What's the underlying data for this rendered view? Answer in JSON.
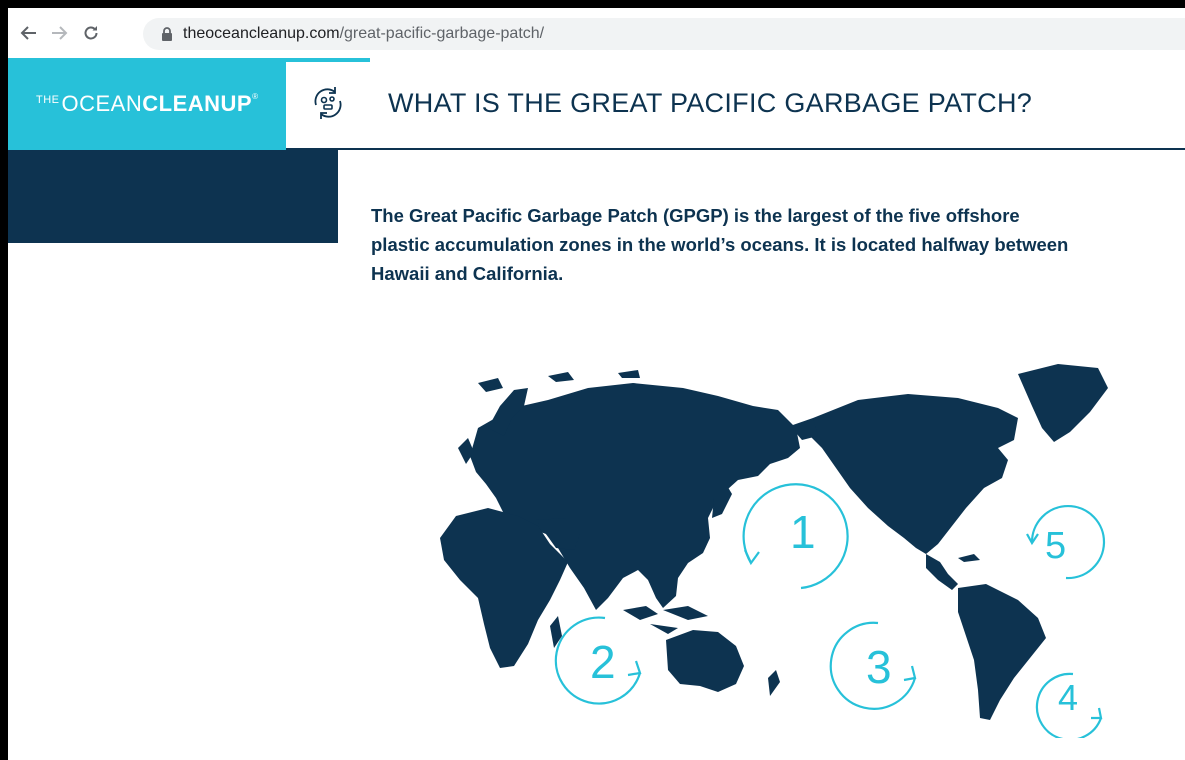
{
  "browser": {
    "url_domain": "theoceancleanup.com",
    "url_path": "/great-pacific-garbage-patch/"
  },
  "header": {
    "logo": {
      "prefix": "THE",
      "ocean": "OCEAN",
      "cleanup": "CLEANUP",
      "reg": "®"
    },
    "title": "WHAT IS THE GREAT PACIFIC GARBAGE PATCH?"
  },
  "content": {
    "intro_line1": "The Great Pacific Garbage Patch (GPGP) is the largest of the five offshore",
    "intro_line2": "plastic accumulation zones in the world’s oceans. It is located halfway between",
    "intro_line3": "Hawaii and California."
  },
  "map": {
    "gyres": [
      "1",
      "2",
      "3",
      "4",
      "5"
    ],
    "land_color": "#0d3350",
    "gyre_color": "#27c1d9"
  }
}
